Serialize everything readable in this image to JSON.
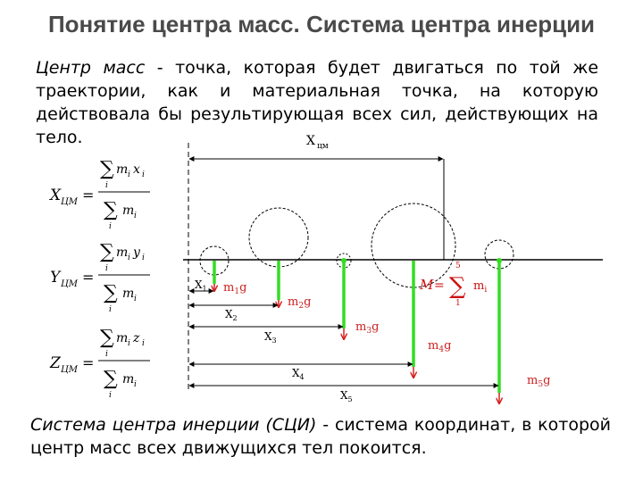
{
  "title": "Понятие центра масс. Система центра инерции",
  "intro": {
    "term": "Центр масс",
    "rest": " - точка, которая будет двигаться по той же траектории, как и материальная точка, на которую действовала бы результирующая всех сил, действующих на тело."
  },
  "outro": {
    "term": "Система центра инерции (СЦИ)",
    "rest": " - система координат, в которой центр масс всех движущихся тел покоится."
  },
  "formulas": {
    "x": {
      "lhs": "X",
      "sub": "ЦМ",
      "num": "m",
      "num_var": "x",
      "den": "m",
      "index": "i"
    },
    "y": {
      "lhs": "Y",
      "sub": "ЦМ",
      "num": "m",
      "num_var": "y",
      "den": "m",
      "index": "i"
    },
    "z": {
      "lhs": "Z",
      "sub": "ЦМ",
      "num": "m",
      "num_var": "z",
      "den": "m",
      "index": "i"
    }
  },
  "diagram": {
    "xcm_label": "X",
    "xcm_sub": "цм",
    "x_labels": [
      "X",
      "X",
      "X",
      "X",
      "X"
    ],
    "x_subs": [
      "1",
      "2",
      "3",
      "4",
      "5"
    ],
    "force_labels": [
      "m",
      "m",
      "m",
      "m",
      "m"
    ],
    "force_subs": [
      "1",
      "2",
      "3",
      "4",
      "5"
    ],
    "force_var": "g",
    "mass_formula": {
      "lhs": "M",
      "top": "5",
      "bottom": "1",
      "term": "m",
      "sub": "i"
    },
    "colors": {
      "force": "#33dd22",
      "arrow": "#d42020",
      "label": "#cc2222",
      "mass_formula": "#cc1111",
      "line": "#000000"
    }
  }
}
